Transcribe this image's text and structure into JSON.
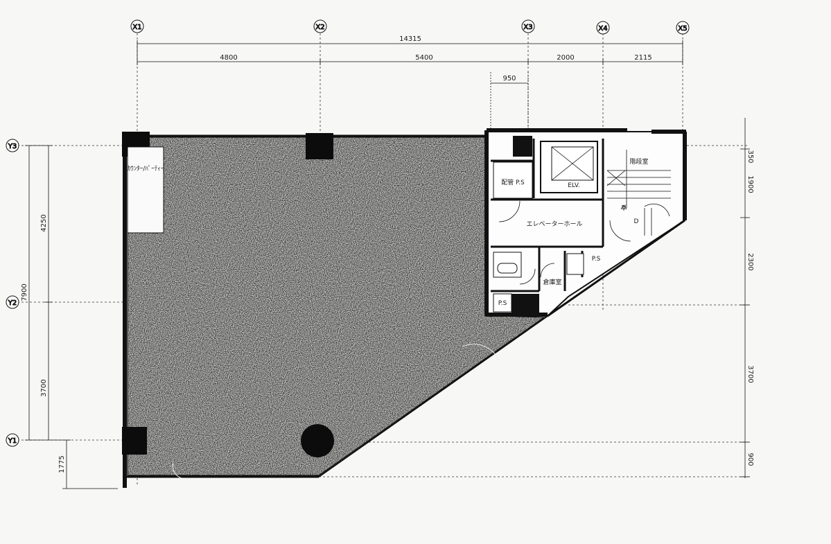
{
  "grid": {
    "x_axes": [
      "X1",
      "X2",
      "X3",
      "X4",
      "X5"
    ],
    "y_axes": [
      "Y3",
      "Y2",
      "Y1"
    ]
  },
  "dimensions": {
    "overall_width": "14315",
    "x1_x2": "4800",
    "x2_x3": "5400",
    "x3_x4": "2000",
    "x4_x5": "2115",
    "core_offset": "950",
    "left_upper": "4250",
    "left_total": "7900",
    "left_lower": "3700",
    "left_bottom": "1775",
    "right_top": "350",
    "right_1": "1900",
    "right_2": "2300",
    "right_3": "3700",
    "right_bottom": "900"
  },
  "rooms": {
    "elevator": "ELV.",
    "elevator_hall": "エレベーターホール",
    "stairs": "階段室",
    "ps_upper": "配管 P.S",
    "ps_right": "P.S",
    "ps_lower": "P.S",
    "storage": "倉庫室",
    "counter": "ｶｳﾝﾀｰ/ﾊﾟｰﾃｨｰ",
    "stair_up": "U",
    "stair_down": "D"
  },
  "colors": {
    "background": "#f7f7f5",
    "ink": "#111111",
    "floor_fill": "#3c3c3c",
    "grid_line": "#333333"
  }
}
